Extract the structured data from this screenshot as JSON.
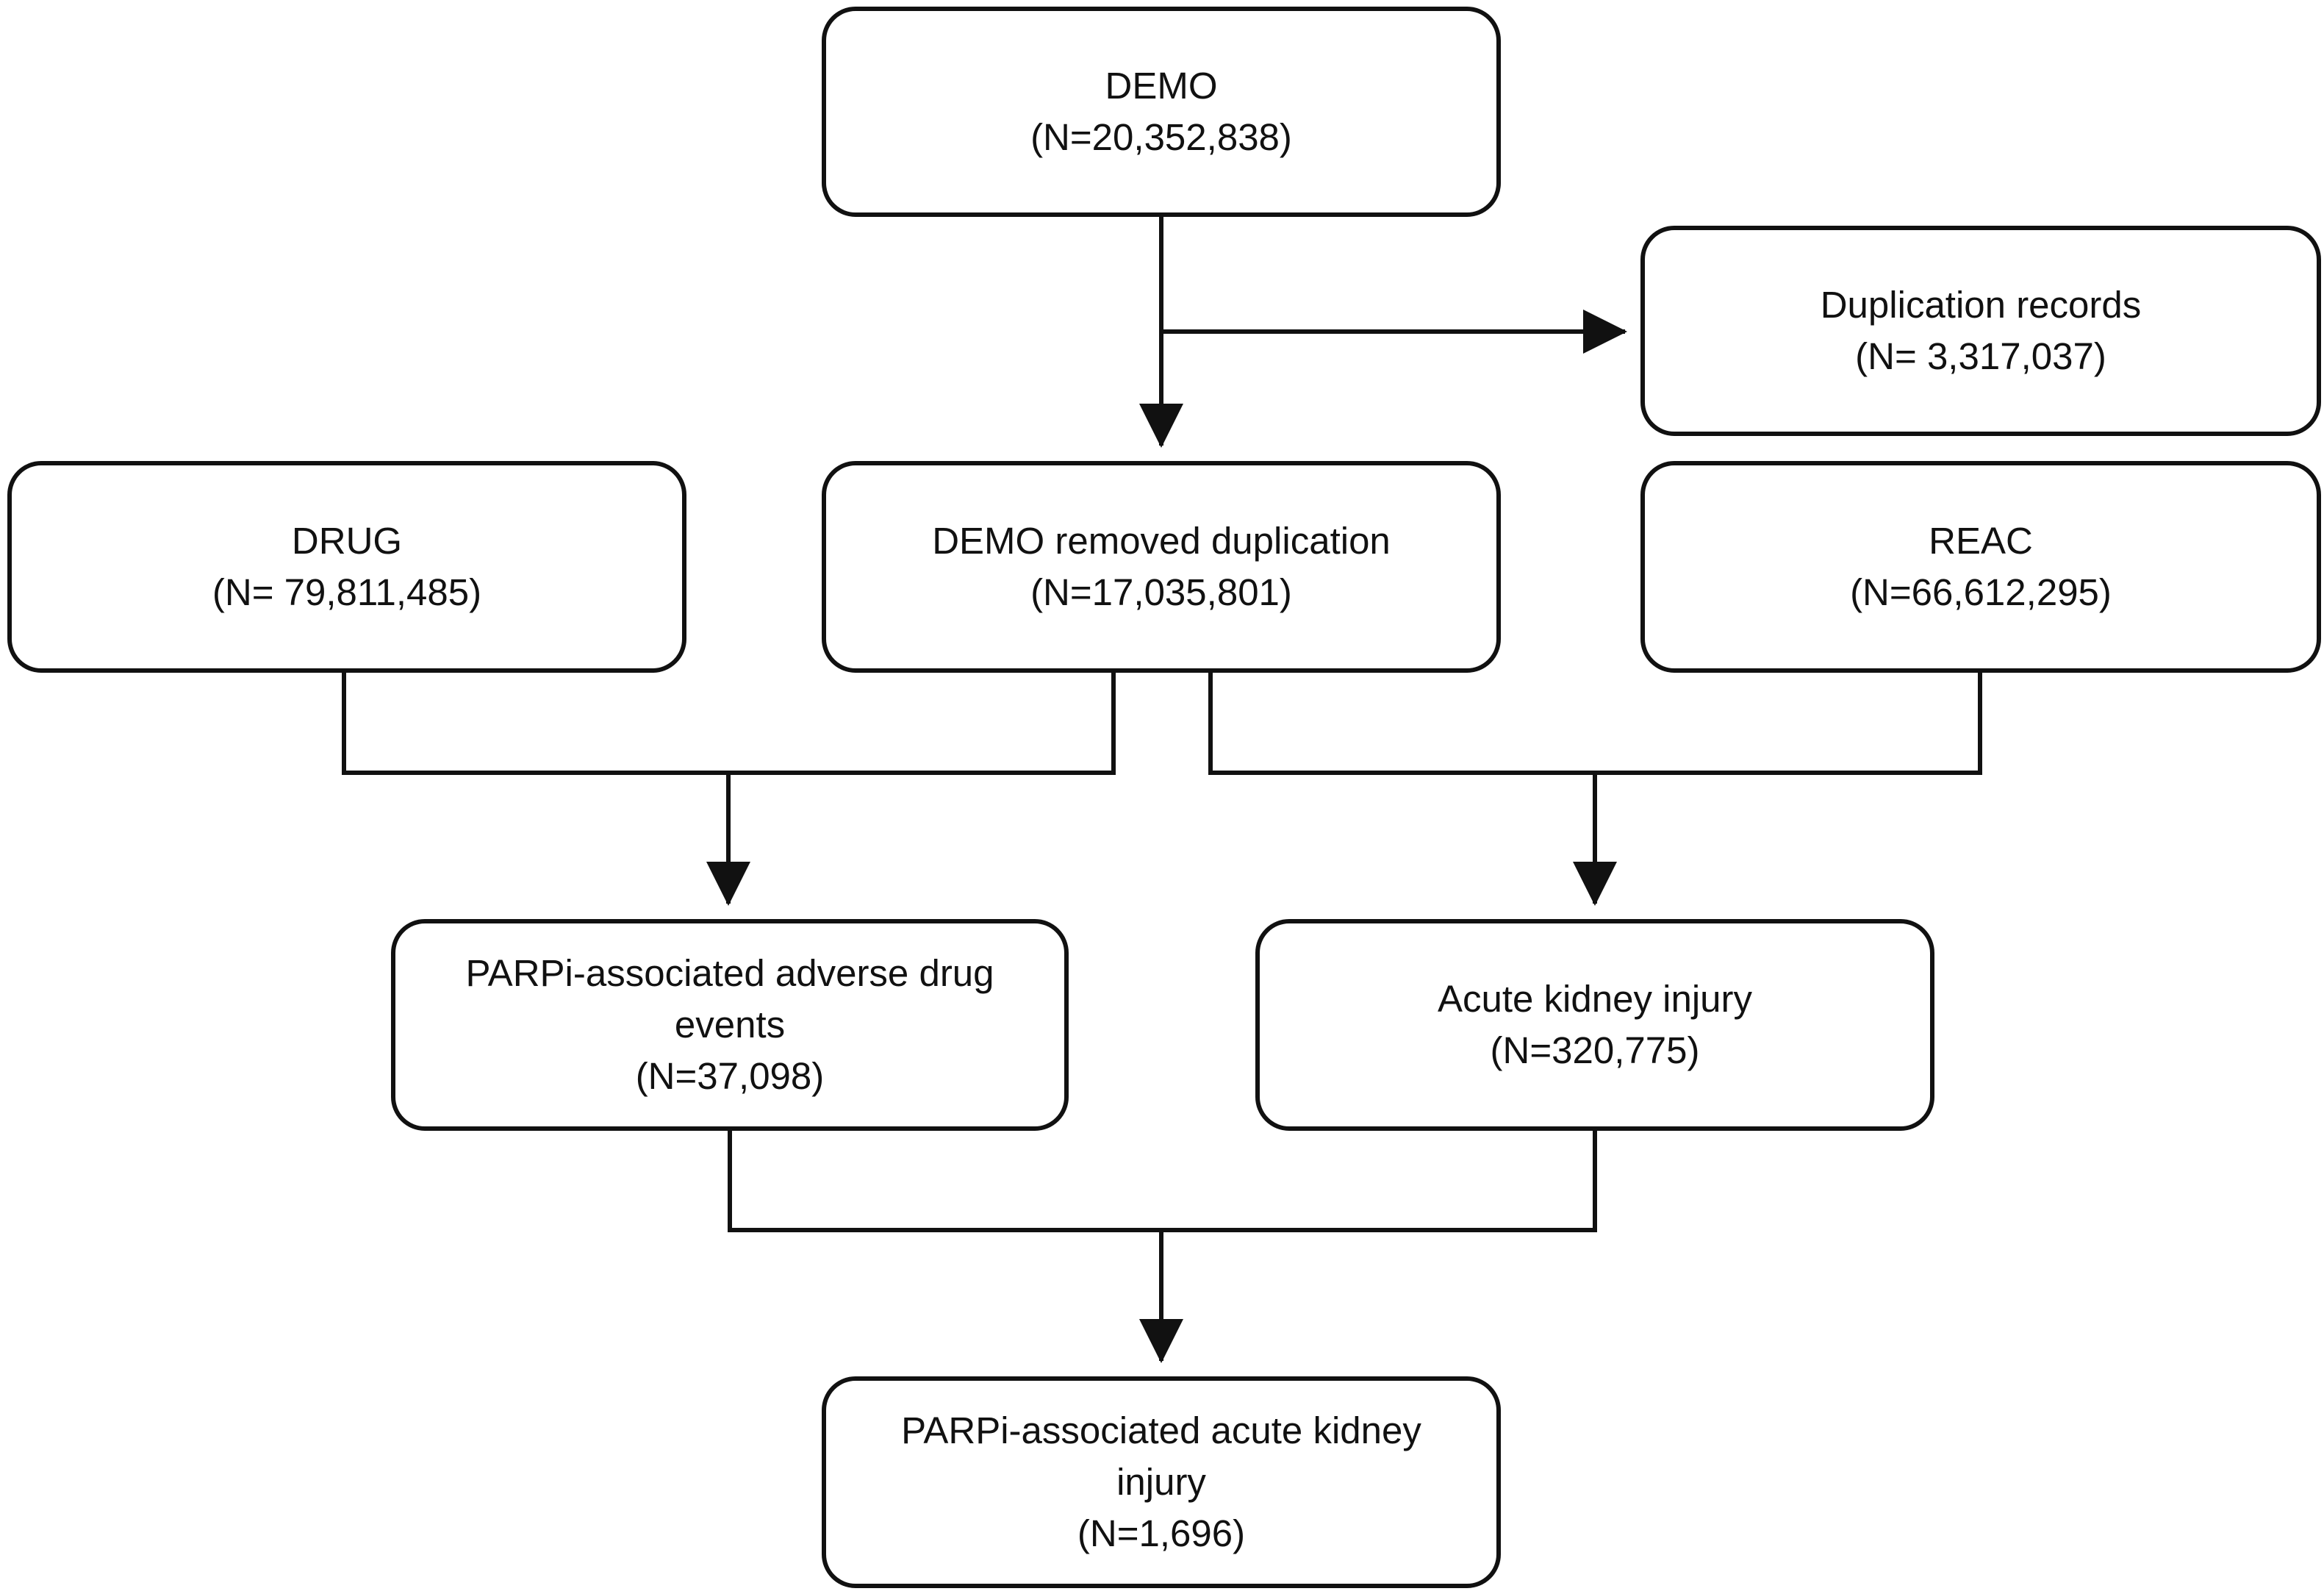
{
  "nodes": {
    "demo": {
      "name": "DEMO",
      "count": "(N=20,352,838)"
    },
    "duplication": {
      "name": "Duplication records",
      "count": "(N= 3,317,037)"
    },
    "drug": {
      "name": "DRUG",
      "count": "(N= 79,811,485)"
    },
    "demo_removed": {
      "name": "DEMO removed duplication",
      "count": "(N=17,035,801)"
    },
    "reac": {
      "name": "REAC",
      "count": "(N=66,612,295)"
    },
    "parpi_ade": {
      "name": "PARPi-associated adverse  drug\nevents",
      "count": "(N=37,098)"
    },
    "aki": {
      "name": "Acute kidney injury",
      "count": "(N=320,775)"
    },
    "parpi_aki": {
      "name": "PARPi-associated acute kidney\ninjury",
      "count": "(N=1,696)"
    }
  },
  "colors": {
    "line": "#111111",
    "background": "#ffffff"
  }
}
